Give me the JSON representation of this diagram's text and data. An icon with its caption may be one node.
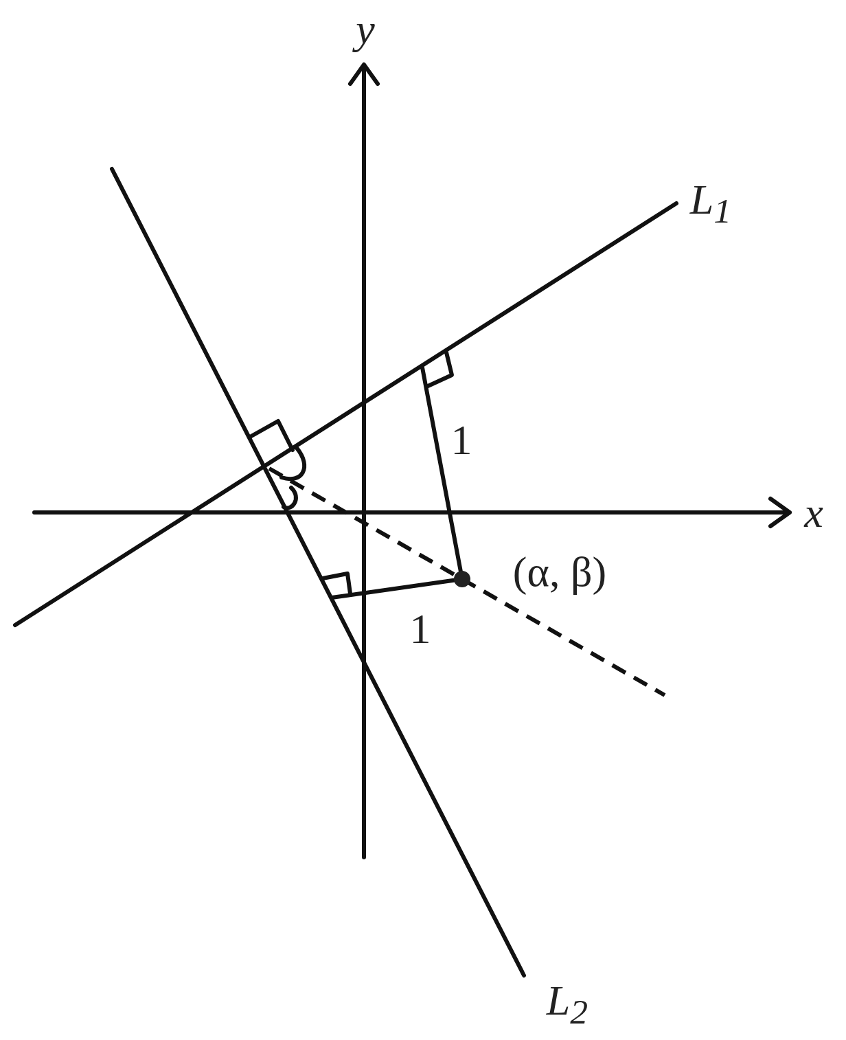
{
  "diagram": {
    "labels": [
      "y",
      "x",
      "L$_{1}$",
      "L$_{2}$",
      "1",
      "1",
      "(α, β)"
    ]
  }
}
